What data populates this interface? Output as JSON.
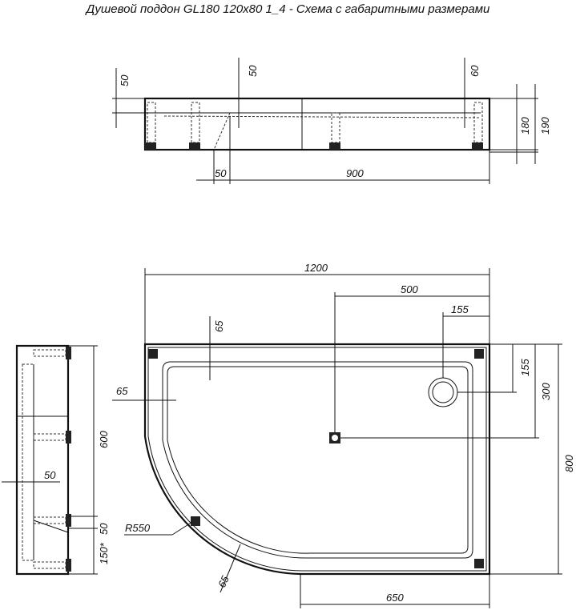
{
  "title": "Душевой поддон GL180 120x80 1_4 - Схема с габаритными размерами",
  "front_view": {
    "dim_rim_left": "50",
    "dim_rim_mid": "50",
    "dim_rim_right": "60",
    "dim_height_body": "180",
    "dim_height_total": "190",
    "dim_offset": "50",
    "dim_length": "900"
  },
  "plan_view": {
    "dim_width": "1200",
    "dim_drain_x": "500",
    "dim_overflow_x": "155",
    "dim_overflow_y": "155",
    "dim_drain_y": "300",
    "dim_depth": "800",
    "dim_straight": "650",
    "dim_rim_top": "65",
    "dim_rim_left": "65",
    "dim_rim_curve": "65",
    "radius": "R550"
  },
  "side_view": {
    "dim_length": "600",
    "dim_rim": "50",
    "dim_leg": "50",
    "dim_end": "150*"
  }
}
